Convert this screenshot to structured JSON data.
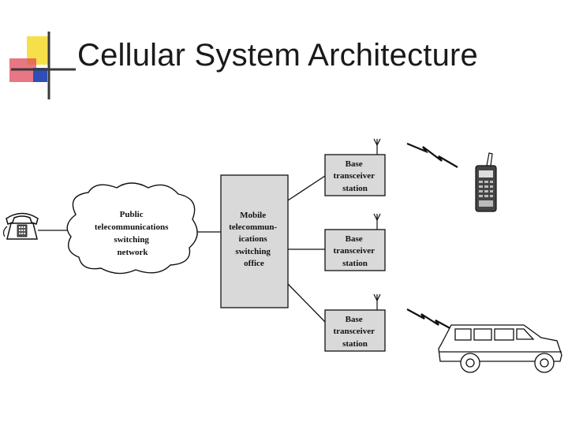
{
  "slide": {
    "title": "Cellular System Architecture"
  },
  "diagram": {
    "pstn_label": [
      "Public",
      "telecommunications",
      "switching",
      "network"
    ],
    "mtso_label": [
      "Mobile",
      "telecommun-",
      "ications",
      "switching",
      "office"
    ],
    "bts": [
      {
        "label": [
          "Base",
          "transceiver",
          "station"
        ]
      },
      {
        "label": [
          "Base",
          "transceiver",
          "station"
        ]
      },
      {
        "label": [
          "Base",
          "transceiver",
          "station"
        ]
      }
    ]
  },
  "colors": {
    "logo_yellow": "#f6e04a",
    "logo_red": "#e04a5a",
    "logo_blue": "#2f4fb8",
    "box_fill": "#d9d9d9",
    "stroke": "#111111"
  }
}
